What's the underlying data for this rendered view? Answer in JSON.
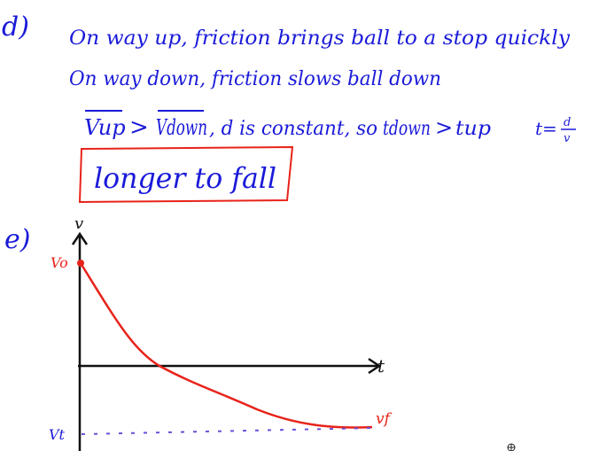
{
  "part_d": {
    "label": "d)",
    "line1": "On way up, friction brings ball to a stop quickly",
    "line2": "On way down, friction slows ball down",
    "comparison": {
      "v_up": "Vup",
      "gt1": ">",
      "v_down": "Vdown",
      "clause": ", d is constant, so",
      "t_down": "tdown",
      "gt2": ">",
      "t_up": "tup",
      "formula_t": "t=",
      "formula_frac_num": "d",
      "formula_frac_den": "v"
    },
    "boxed_answer": "longer to fall"
  },
  "part_e": {
    "label": "e)",
    "axis_y": "v",
    "axis_x": "t",
    "v0_label": "Vo",
    "vt_label": "Vt",
    "vf_label": "vf"
  },
  "colors": {
    "ink_blue": "#1a1ad9",
    "ink_red": "#e8231a",
    "ink_black": "#111111"
  }
}
